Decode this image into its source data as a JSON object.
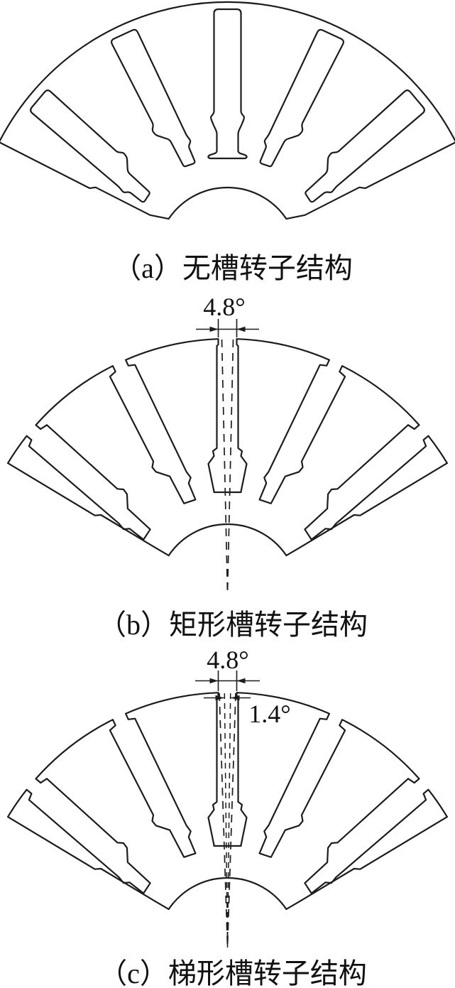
{
  "figure": {
    "background": "#ffffff",
    "line_color": "#1c1c1c",
    "panels": [
      {
        "id": "a",
        "caption": "（a）无槽转子结构",
        "angle_labels": []
      },
      {
        "id": "b",
        "caption": "（b）矩形槽转子结构",
        "angle_labels": [
          {
            "text": "4.8°"
          }
        ]
      },
      {
        "id": "c",
        "caption": "（c）梯形槽转子结构",
        "angle_labels": [
          {
            "text": "4.8°"
          },
          {
            "text": "1.4°"
          }
        ]
      }
    ]
  }
}
